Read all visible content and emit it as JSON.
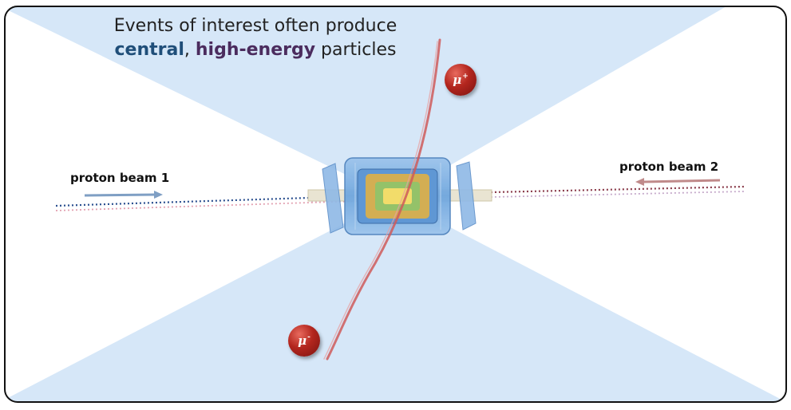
{
  "title": {
    "line1": "Events of interest often produce",
    "line2_central": "central",
    "line2_sep": ",",
    "line2_highenergy": "high-energy",
    "line2_rest": " particles"
  },
  "beams": {
    "beam1_label": "proton beam 1",
    "beam2_label": "proton beam 2"
  },
  "particles": {
    "muon_plus_symbol": "μ",
    "muon_plus_charge": "+",
    "muon_minus_symbol": "μ",
    "muon_minus_charge": "-"
  },
  "colors": {
    "central_region": "#d6e7f8",
    "beam1": "#2a4f8f",
    "beam2": "#8a3b4a",
    "muon_track": "#cf5a5a"
  }
}
